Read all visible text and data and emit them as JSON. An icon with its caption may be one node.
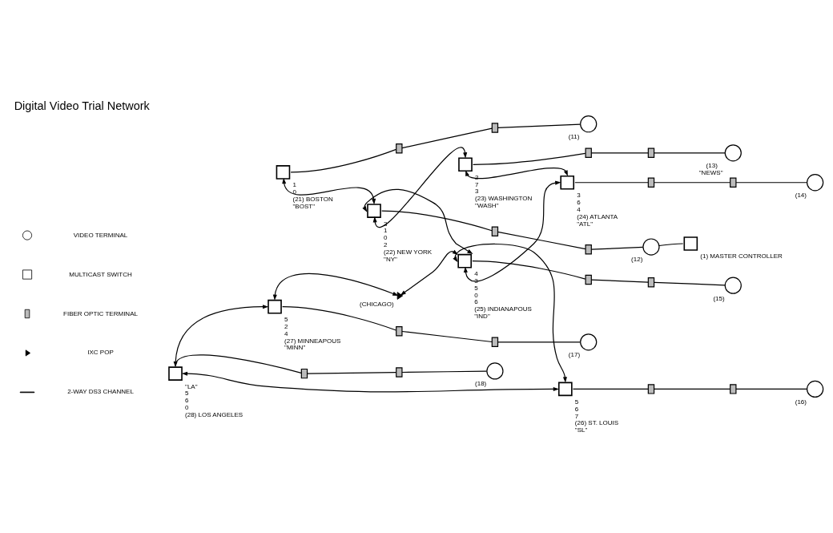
{
  "diagram": {
    "title": "Digital Video Trial Network",
    "nodes": [
      {
        "text": [],
        "shape": "box",
        "beside": [
          "1",
          "0",
          "(21) BOSTON",
          "\"BOST\""
        ]
      },
      {
        "text": [],
        "shape": "bar"
      },
      {
        "text": [],
        "shape": "bar"
      },
      {
        "text": [],
        "shape": "circle",
        "beside": [
          "(11)"
        ]
      },
      {
        "text": [],
        "shape": "box",
        "beside": [
          "3",
          "1",
          "0",
          "2",
          "(22) NEW YORK",
          "\"NY\""
        ]
      },
      {
        "text": [],
        "shape": "bar"
      },
      {
        "text": [],
        "shape": "bar"
      },
      {
        "text": [],
        "shape": "circle",
        "beside": [
          "(12)"
        ]
      },
      {
        "text": [],
        "shape": "box",
        "beside": [
          "(1) MASTER CONTROLLER"
        ]
      },
      {
        "text": [],
        "shape": "box",
        "beside": [
          "5",
          "2",
          "4",
          "(27) MINNEAPOUS",
          "\"MINN\""
        ]
      },
      {
        "text": [],
        "shape": "bar"
      },
      {
        "text": [],
        "shape": "bar"
      },
      {
        "text": [],
        "shape": "circle",
        "beside": [
          "(17)"
        ]
      },
      {
        "text": [],
        "shape": "triangle",
        "beside": [
          "(CHICAGO)"
        ]
      },
      {
        "text": [],
        "shape": "box",
        "beside": [
          "4",
          "3",
          "5",
          "0",
          "6",
          "(25) INDIANAPOUS",
          "\"IND\""
        ]
      },
      {
        "text": [],
        "shape": "bar"
      },
      {
        "text": [],
        "shape": "bar"
      },
      {
        "text": [],
        "shape": "circle",
        "beside": [
          "(15)"
        ]
      },
      {
        "text": [],
        "shape": "box",
        "beside": [
          "2",
          "7",
          "3",
          "(23) WASHINGTON",
          "\"WASH\""
        ]
      },
      {
        "text": [],
        "shape": "bar"
      },
      {
        "text": [],
        "shape": "bar"
      },
      {
        "text": [],
        "shape": "circle",
        "beside": [
          "(13)",
          "\"NEWS\""
        ]
      },
      {
        "text": [],
        "shape": "box",
        "beside": [
          "\"LA\"",
          "5",
          "6",
          "0",
          "(28) LOS ANGELES"
        ]
      },
      {
        "text": [],
        "shape": "box",
        "beside": [
          "5",
          "6",
          "7",
          "(26) ST. LOUIS",
          "\"SL\""
        ]
      },
      {
        "text": [],
        "shape": "bar"
      },
      {
        "text": [],
        "shape": "bar"
      },
      {
        "text": [],
        "shape": "circle",
        "beside": [
          "(16)"
        ]
      },
      {
        "text": [],
        "shape": "bar"
      },
      {
        "text": [],
        "shape": "bar"
      },
      {
        "text": [],
        "shape": "circle",
        "beside": [
          "(18)"
        ]
      },
      {
        "text": [],
        "shape": "box",
        "beside": [
          "3",
          "6",
          "4",
          "(24) ATLANTA",
          "\"ATL\""
        ]
      },
      {
        "text": [],
        "shape": "bar"
      },
      {
        "text": [],
        "shape": "bar"
      },
      {
        "text": [],
        "shape": "circle",
        "beside": [
          "(14)"
        ]
      }
    ],
    "edges": [
      {
        "from": 0,
        "to": 1,
        "arrow": "none"
      },
      {
        "from": 1,
        "to": 2,
        "arrow": "none"
      },
      {
        "from": 2,
        "to": 3,
        "arrow": "none"
      },
      {
        "from": 0,
        "to": 4,
        "arrow": "both"
      },
      {
        "from": 4,
        "to": 5,
        "arrow": "none"
      },
      {
        "from": 5,
        "to": 6,
        "arrow": "none"
      },
      {
        "from": 6,
        "to": 7,
        "arrow": "none"
      },
      {
        "from": 7,
        "to": 8,
        "arrow": "none"
      },
      {
        "from": 4,
        "to": 18,
        "arrow": "both"
      },
      {
        "from": 4,
        "to": 14,
        "arrow": "both"
      },
      {
        "from": 9,
        "to": 10,
        "arrow": "none"
      },
      {
        "from": 10,
        "to": 11,
        "arrow": "none"
      },
      {
        "from": 11,
        "to": 12,
        "arrow": "none"
      },
      {
        "from": 9,
        "to": 13,
        "arrow": "both"
      },
      {
        "from": 13,
        "to": 14,
        "arrow": "both"
      },
      {
        "from": 22,
        "to": 9,
        "arrow": "both"
      },
      {
        "from": 14,
        "to": 15,
        "arrow": "none"
      },
      {
        "from": 15,
        "to": 16,
        "arrow": "none"
      },
      {
        "from": 16,
        "to": 17,
        "arrow": "none"
      },
      {
        "from": 14,
        "to": 23,
        "arrow": "both"
      },
      {
        "from": 14,
        "to": 30,
        "arrow": "both"
      },
      {
        "from": 18,
        "to": 19,
        "arrow": "none"
      },
      {
        "from": 19,
        "to": 20,
        "arrow": "none"
      },
      {
        "from": 20,
        "to": 21,
        "arrow": "none"
      },
      {
        "from": 18,
        "to": 30,
        "arrow": "both"
      },
      {
        "from": 22,
        "to": 23,
        "arrow": "both"
      },
      {
        "from": 23,
        "to": 24,
        "arrow": "none"
      },
      {
        "from": 24,
        "to": 25,
        "arrow": "none"
      },
      {
        "from": 25,
        "to": 26,
        "arrow": "none"
      },
      {
        "from": 22,
        "to": 27,
        "arrow": "none"
      },
      {
        "from": 27,
        "to": 28,
        "arrow": "none"
      },
      {
        "from": 28,
        "to": 29,
        "arrow": "none"
      },
      {
        "from": 30,
        "to": 31,
        "arrow": "none"
      },
      {
        "from": 31,
        "to": 32,
        "arrow": "none"
      },
      {
        "from": 32,
        "to": 33,
        "arrow": "none"
      }
    ],
    "legend": [
      {
        "text": "VIDEO TERMINAL"
      },
      {
        "text": "MULTICAST SWITCH"
      },
      {
        "text": "FIBER OPTIC TERMINAL"
      },
      {
        "text": "IXC POP"
      },
      {
        "text": "2-WAY DS3 CHANNEL"
      }
    ]
  }
}
